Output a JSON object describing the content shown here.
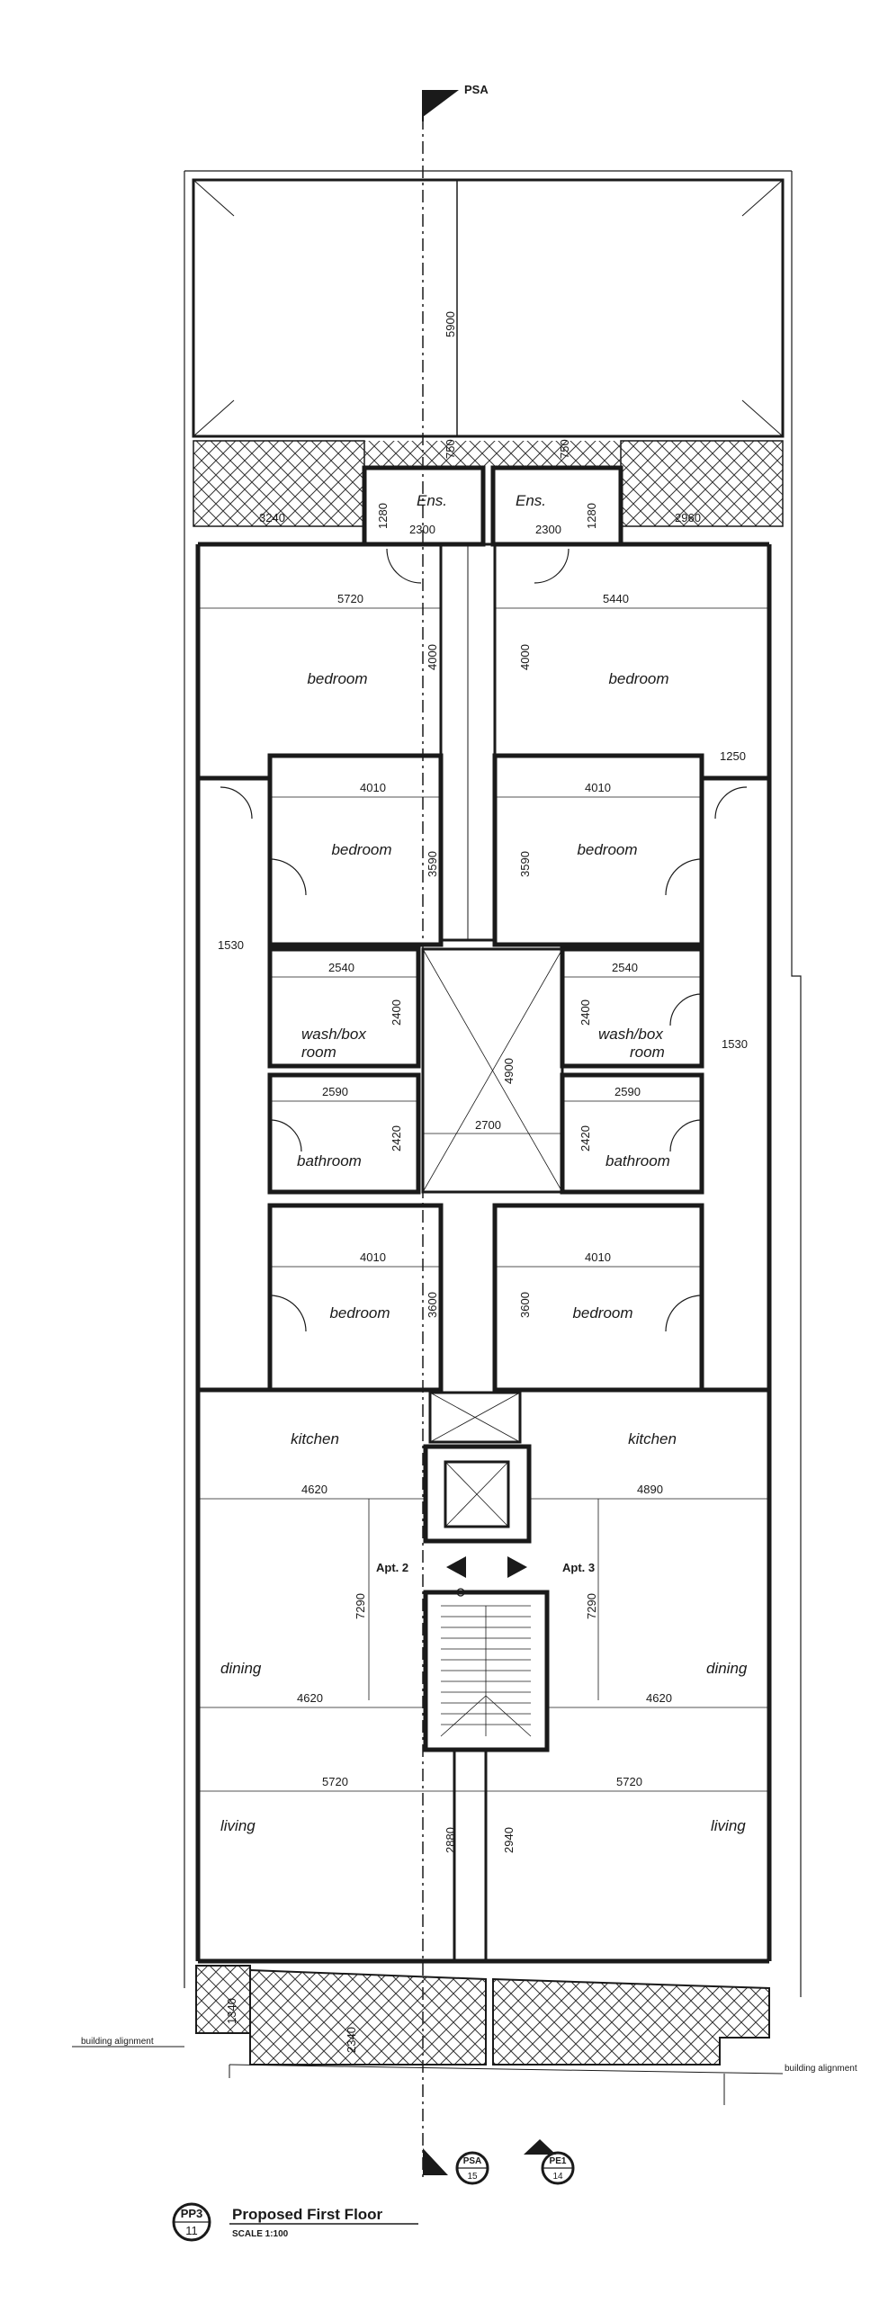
{
  "plan": {
    "section_mark_top": "PSA",
    "section_mark_bottom": "PSA",
    "section_ref_bottom": "15",
    "elevation_mark": "PE1",
    "elevation_ref": "14",
    "drawing_code": "PP3",
    "drawing_sheet": "11",
    "drawing_title": "Proposed First Floor",
    "scale": "SCALE 1:100",
    "building_alignment_left": "building alignment",
    "building_alignment_right": "building alignment",
    "apt_left": "Apt. 2",
    "apt_right": "Apt. 3",
    "rooms": {
      "ens_left": "Ens.",
      "ens_right": "Ens.",
      "bedroom_1_left": "bedroom",
      "bedroom_1_right": "bedroom",
      "bedroom_2_left": "bedroom",
      "bedroom_2_right": "bedroom",
      "wash_left_1": "wash/box",
      "wash_left_2": "room",
      "wash_right_1": "wash/box",
      "wash_right_2": "room",
      "bathroom_left": "bathroom",
      "bathroom_right": "bathroom",
      "bedroom_3_left": "bedroom",
      "bedroom_3_right": "bedroom",
      "kitchen_left": "kitchen",
      "kitchen_right": "kitchen",
      "dining_left": "dining",
      "dining_right": "dining",
      "living_left": "living",
      "living_right": "living"
    },
    "dims": {
      "d5900": "5900",
      "d750_left": "750",
      "d750_right": "750",
      "d3240": "3240",
      "d2960": "2960",
      "d1280_left": "1280",
      "d1280_right": "1280",
      "d2300_left": "2300",
      "d2300_right": "2300",
      "d5720_top": "5720",
      "d5440": "5440",
      "d4000_left": "4000",
      "d4000_right": "4000",
      "d1250": "1250",
      "d4010_a_left": "4010",
      "d4010_a_right": "4010",
      "d3590_left": "3590",
      "d3590_right": "3590",
      "d1530_left": "1530",
      "d1530_right": "1530",
      "d2540_left": "2540",
      "d2540_right": "2540",
      "d2400_left": "2400",
      "d2400_right": "2400",
      "d4900": "4900",
      "d2590_left": "2590",
      "d2590_right": "2590",
      "d2700": "2700",
      "d2420_left": "2420",
      "d2420_right": "2420",
      "d4010_b_left": "4010",
      "d4010_b_right": "4010",
      "d3600_left": "3600",
      "d3600_right": "3600",
      "d4620_a": "4620",
      "d4890": "4890",
      "d7290_left": "7290",
      "d7290_right": "7290",
      "d4620_b": "4620",
      "d4620_c": "4620",
      "d5720_bottom_left": "5720",
      "d5720_bottom_right": "5720",
      "d2880": "2880",
      "d2940": "2940",
      "d1340": "1340",
      "d2340": "2340"
    }
  }
}
